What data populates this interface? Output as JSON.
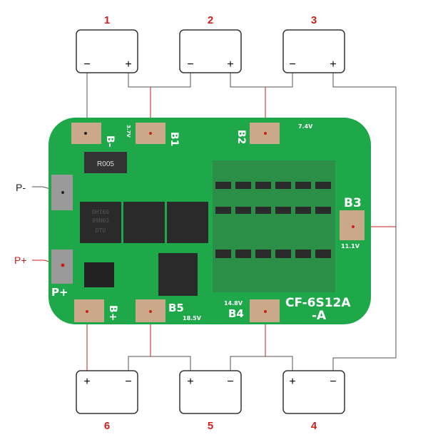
{
  "cells_top": [
    {
      "number": "1"
    },
    {
      "number": "2"
    },
    {
      "number": "3"
    }
  ],
  "cells_bottom": [
    {
      "number": "6"
    },
    {
      "number": "5"
    },
    {
      "number": "4"
    }
  ],
  "terminal_minus": "−",
  "terminal_plus": "+",
  "board": {
    "model_line1": "CF-6S12A",
    "model_line2": "-A",
    "shunt": "R005",
    "pads": {
      "b_minus": "B-",
      "b1": "B1",
      "b2": "B2",
      "b3": "B3",
      "b4": "B4",
      "b5": "B5",
      "b_plus": "B+",
      "p_plus": "P+"
    },
    "voltages": {
      "v1": "3.7V",
      "v2": "7.4V",
      "v3": "11.1V",
      "v4": "14.8V",
      "v5": "18.5V"
    },
    "mosfet": [
      "DTU",
      "09N03",
      "DH160"
    ]
  },
  "labels": {
    "p_minus": "P-",
    "p_plus": "P+"
  },
  "colors": {
    "board": "#1ea84a",
    "wire_red": "#c8201c",
    "wire_gray": "#555555",
    "pad": "#c9a98a"
  }
}
